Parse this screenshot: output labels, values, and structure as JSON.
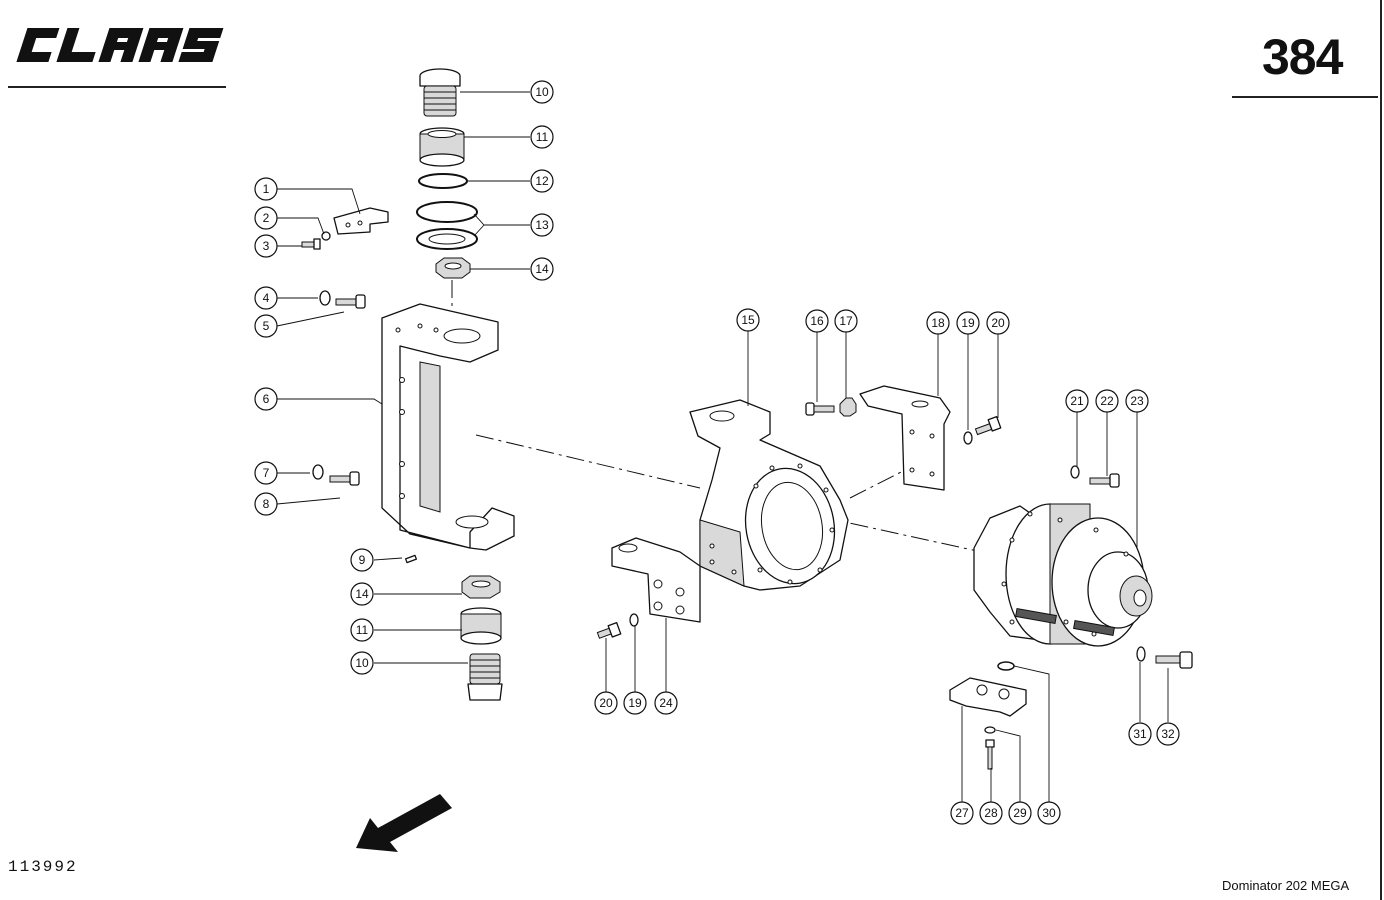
{
  "header": {
    "brand": "CLAAS",
    "page_number": "384"
  },
  "footer": {
    "doc_number": "113992",
    "model": "Dominator 202 MEGA"
  },
  "callouts": [
    "1",
    "2",
    "3",
    "4",
    "5",
    "6",
    "7",
    "8",
    "9",
    "14",
    "11",
    "10",
    "10",
    "11",
    "12",
    "13",
    "14",
    "15",
    "16",
    "17",
    "18",
    "19",
    "20",
    "21",
    "22",
    "23",
    "20",
    "19",
    "24",
    "31",
    "32",
    "27",
    "28",
    "29",
    "30"
  ]
}
